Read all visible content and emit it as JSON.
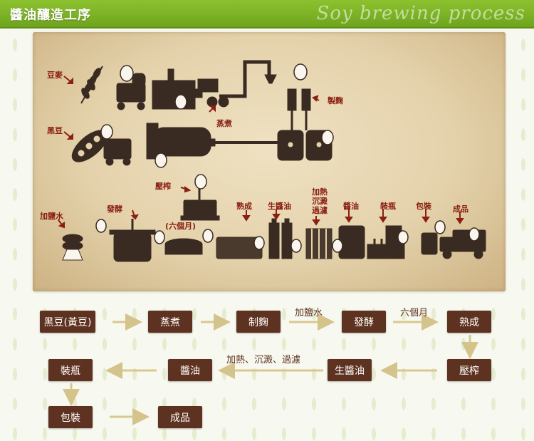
{
  "header": {
    "title": "醬油釀造工序",
    "subtitle": "Soy brewing process"
  },
  "illustration": {
    "labels": {
      "soybean": "豆麥",
      "black_bean": "黑豆",
      "steam": "蒸煮",
      "koji": "製麴",
      "brine": "加鹽水",
      "ferment": "發酵",
      "six_months": "(六個月)",
      "press": "壓榨",
      "mature": "熟成",
      "raw_soy": "生醬油",
      "heat_filter": "加熱沉澱過濾",
      "soy_sauce": "醬油",
      "bottle": "裝瓶",
      "package": "包裝",
      "product": "成品"
    }
  },
  "flow": {
    "steps": {
      "black_bean": "黑豆(黃豆)",
      "steam": "蒸煮",
      "koji": "制麴",
      "ferment": "發酵",
      "mature": "熟成",
      "press": "壓榨",
      "raw_soy": "生醬油",
      "soy_sauce": "醬油",
      "bottle": "裝瓶",
      "package": "包裝",
      "product": "成品"
    },
    "edge_labels": {
      "brine": "加鹽水",
      "six_months": "六個月",
      "heat_filter": "加熱、沉澱、過濾"
    }
  },
  "colors": {
    "header_green": "#7ab223",
    "box_brown": "#5e3220",
    "arrow_tan": "#d8c890",
    "label_red": "#8a1f12"
  }
}
